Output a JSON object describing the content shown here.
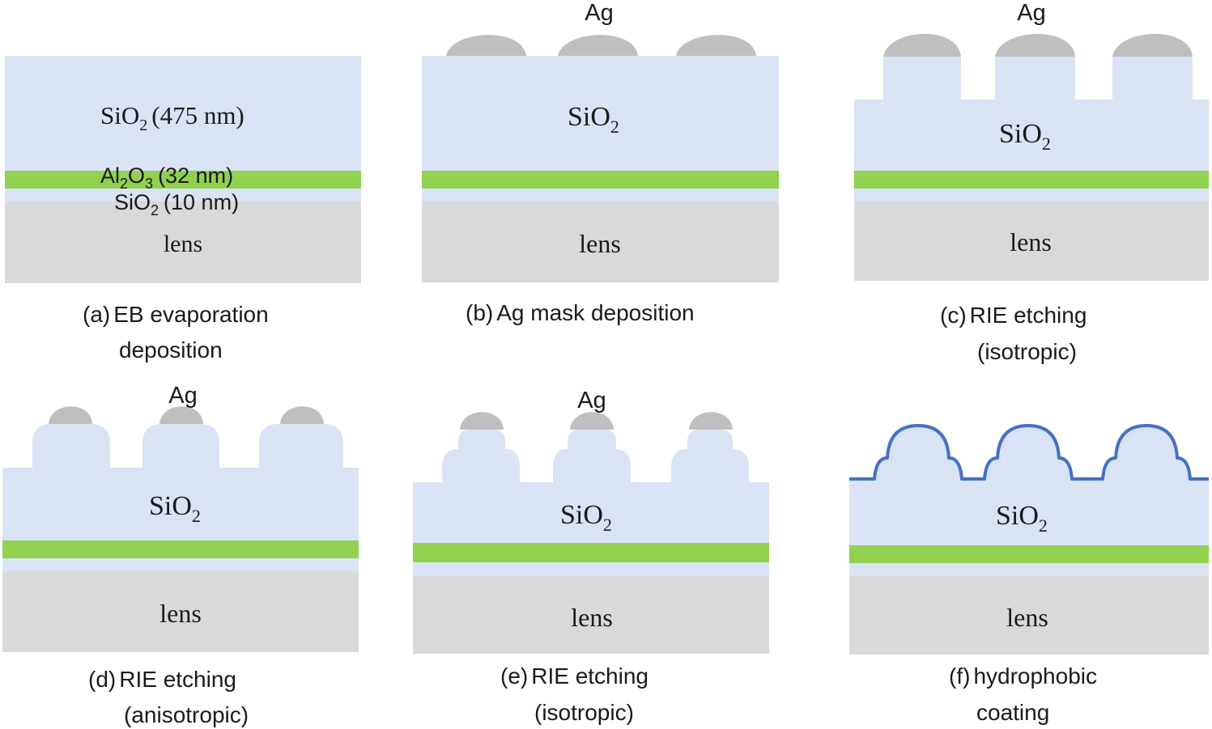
{
  "colors": {
    "sio2": "#dae3f3",
    "al2o3": "#92d050",
    "lens": "#d9d9d9",
    "ag": "#bfbfbf",
    "coating": "#4472c4"
  },
  "labels": {
    "ag": "Ag",
    "lens": "lens",
    "sio2_main": "SiO",
    "sub2": "2",
    "sub3": "3",
    "a_sio2_thick": "(475 nm)",
    "a_al": "Al",
    "a_o": "O",
    "a_al2o3_thick": "(32 nm)",
    "a_sio2_thin": "(10 nm)"
  },
  "panels": {
    "a": {
      "letter": "(a)",
      "caption_line1": "EB evaporation",
      "caption_line2": "deposition"
    },
    "b": {
      "letter": "(b)",
      "caption_line1": "Ag mask deposition"
    },
    "c": {
      "letter": "(c)",
      "caption_line1": "RIE etching",
      "caption_line2": "(isotropic)"
    },
    "d": {
      "letter": "(d)",
      "caption_line1": "RIE etching",
      "caption_line2": "(anisotropic)"
    },
    "e": {
      "letter": "(e)",
      "caption_line1": "RIE etching",
      "caption_line2": "(isotropic)"
    },
    "f": {
      "letter": "(f)",
      "caption_line1": "hydrophobic",
      "caption_line2": "coating"
    }
  }
}
